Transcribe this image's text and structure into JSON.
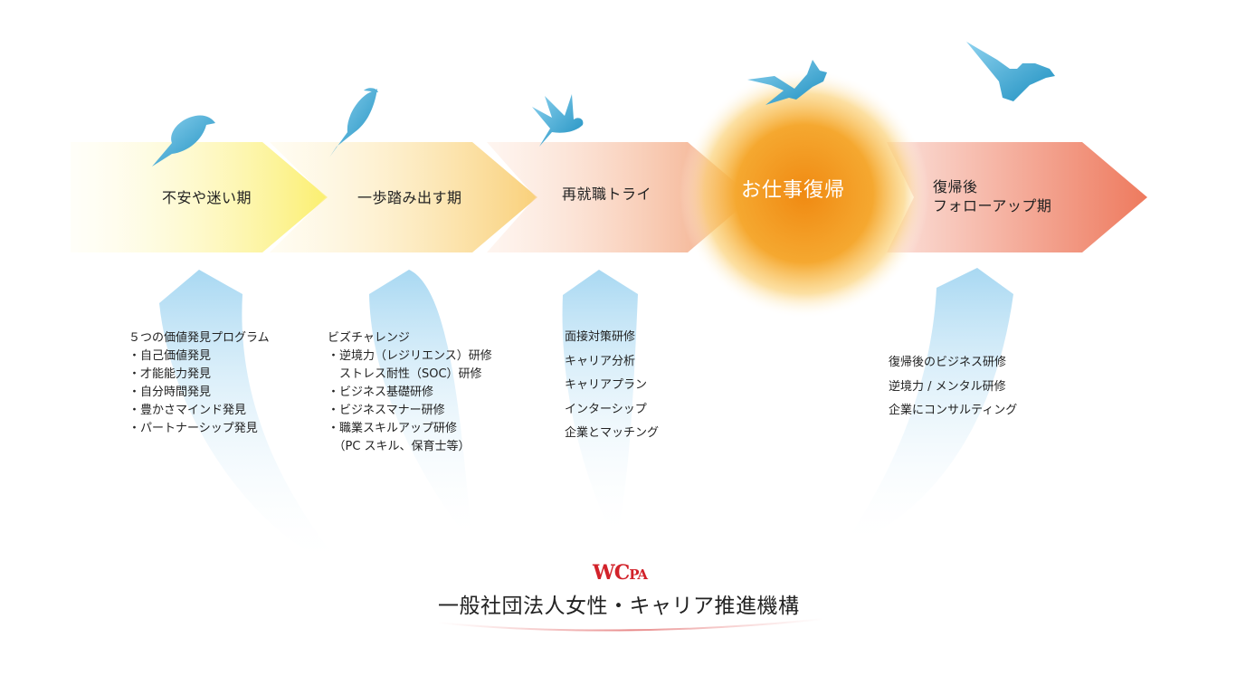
{
  "stages": [
    {
      "label": "不安や迷い期"
    },
    {
      "label": "一歩踏み出す期"
    },
    {
      "label": "再就職トライ"
    },
    {
      "label": "お仕事復帰"
    },
    {
      "label_line1": "復帰後",
      "label_line2": "フォローアップ期"
    }
  ],
  "programs": {
    "stage1": [
      "５つの価値発見プログラム",
      "・自己価値発見",
      "・才能能力発見",
      "・自分時間発見",
      "・豊かさマインド発見",
      "・パートナーシップ発見"
    ],
    "stage2": [
      "ビズチャレンジ",
      "・逆境力（レジリエンス）研修",
      "　ストレス耐性（SOC）研修",
      "・ビジネス基礎研修",
      "・ビジネスマナー研修",
      "・職業スキルアップ研修",
      "　（PC スキル、保育士等）"
    ],
    "stage3": [
      "面接対策研修",
      "キャリア分析",
      "キャリアプラン",
      "インターシップ",
      "企業とマッチング"
    ],
    "stage5": [
      "復帰後のビジネス研修",
      "逆境力 / メンタル研修",
      "企業にコンサルティング"
    ]
  },
  "organization": {
    "logo_main": "WC",
    "logo_small": "PA",
    "name": "一般社団法人女性・キャリア推進機構"
  },
  "colors": {
    "bird": "#2a9ac6",
    "sun": "#f39a1e",
    "logo_red": "#d2222a",
    "arrow_yellow": "#fbef7a",
    "arrow_coral": "#ee7a5e"
  },
  "icons": [
    "bird-icon",
    "sun-glow-icon",
    "wcpa-logo"
  ]
}
